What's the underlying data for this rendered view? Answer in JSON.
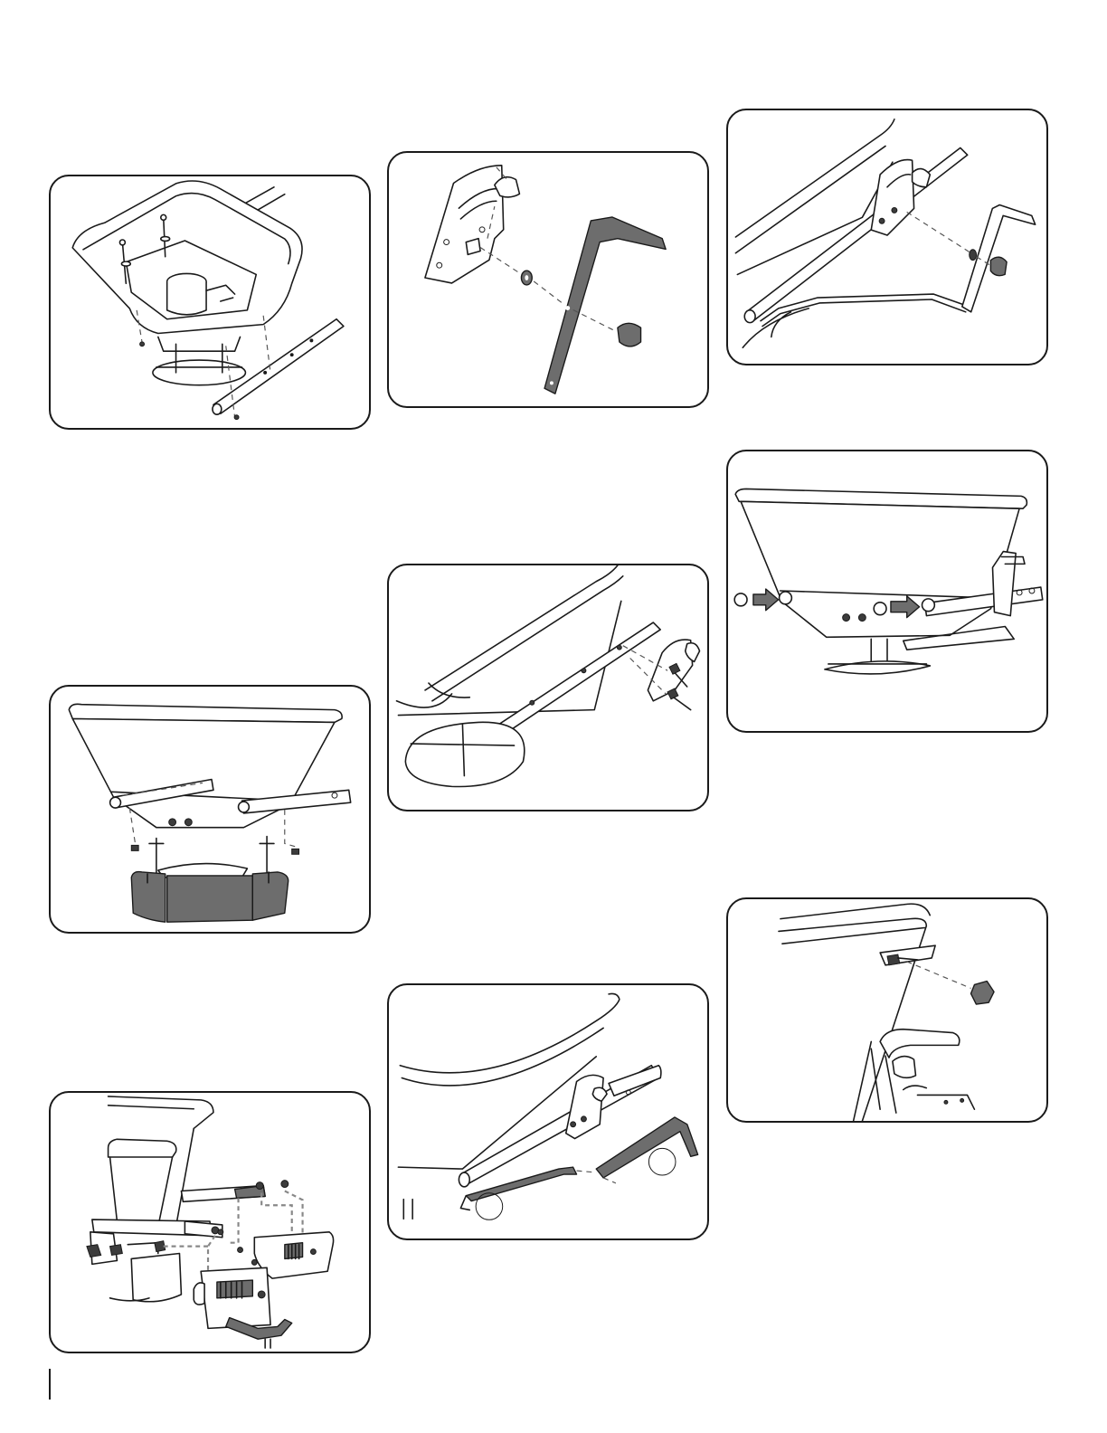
{
  "page": {
    "figures": [
      {
        "id": "fig-hopper-top",
        "callouts": []
      },
      {
        "id": "fig-handle-bracket",
        "callouts": []
      },
      {
        "id": "fig-lever-mount",
        "callouts": []
      },
      {
        "id": "fig-tube-insert",
        "callouts": []
      },
      {
        "id": "fig-hopper-skirt",
        "callouts": []
      },
      {
        "id": "fig-side-bracket",
        "callouts": []
      },
      {
        "id": "fig-bolt-detail",
        "callouts": []
      },
      {
        "id": "fig-rod-connect",
        "callouts": [
          "",
          ""
        ]
      },
      {
        "id": "fig-deflector-assembly",
        "callouts": []
      }
    ]
  }
}
